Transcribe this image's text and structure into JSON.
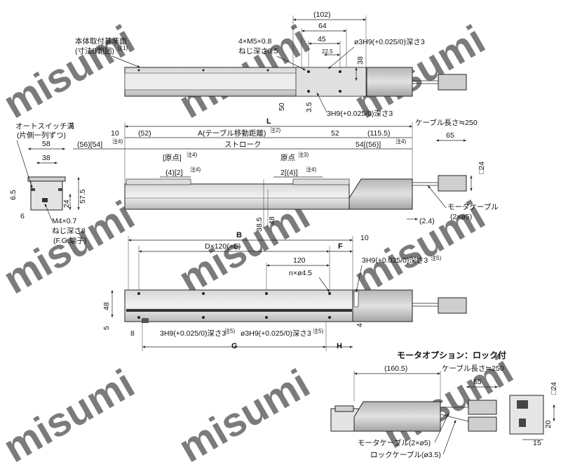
{
  "watermark": "misumi",
  "top_view": {
    "label_mount_surface": "本体取付基準面",
    "label_mount_range": "(寸法B範囲)",
    "label_mount_note": "注1)",
    "label_screw": "4×M5×0.8",
    "label_screw_depth": "ねじ深さ8.5",
    "dim_102": "(102)",
    "dim_64": "64",
    "dim_45": "45",
    "dim_22_5": "22.5",
    "dim_38": "38",
    "dim_50": "50",
    "dim_3_5": "3.5",
    "label_hole_top": "ø3H9(+0.025/0)深さ3",
    "label_hole_bottom": "3H9(+0.025/0)深さ3"
  },
  "side_view": {
    "dim_L": "L",
    "dim_10": "10",
    "dim_52_left": "(52)",
    "dim_A": "A(テーブル移動距離)",
    "dim_A_note": "注2)",
    "dim_52_right": "52",
    "dim_115_5": "(115.5)",
    "dim_56_54": "(56)[54]",
    "dim_56_54_note": "注4)",
    "dim_stroke": "ストローク",
    "dim_54_56": "54[(56)]",
    "dim_54_56_note": "注4)",
    "label_origin_bracket": "[原点]",
    "label_origin_bracket_note": "注4)",
    "label_origin": "原点",
    "label_origin_note": "注3)",
    "dim_4_2": "(4)[2]",
    "dim_4_2_note": "注4)",
    "dim_2_4": "2[(4)]",
    "dim_2_4_note": "注4)",
    "dim_38_5": "38.5",
    "dim_48": "48",
    "dim_2_4_paren": "(2.4)",
    "dim_65": "65",
    "dim_sq24": "□24",
    "label_cable_length": "ケーブル長さ≒250",
    "label_motor_cable": "モータケーブル",
    "label_motor_cable_size": "(2×ø5)"
  },
  "end_view": {
    "label_switch_groove": "オートスイッチ溝",
    "label_switch_groove_sub": "(片側一列ずつ)",
    "dim_58": "58",
    "dim_38": "38",
    "dim_24": "24",
    "dim_57_5": "57.5",
    "dim_6_5": "6.5",
    "dim_6": "6",
    "label_screw": "M4×0.7",
    "label_screw_depth": "ねじ深さ8",
    "label_fg": "(F.G.端子)"
  },
  "bottom_view": {
    "dim_B": "B",
    "dim_D": "D×120(=E)",
    "dim_F": "F",
    "dim_10": "10",
    "dim_120": "120",
    "label_holes": "n×ø4.5",
    "label_hole_right": "3H9(+0.025/0)深さ3",
    "label_hole_right_note": "注5)",
    "dim_48": "48",
    "dim_5": "5",
    "dim_8": "8",
    "dim_4": "4",
    "label_hole_bottom_left": "3H9(+0.025/0)深さ3",
    "label_hole_bottom_left_note": "注5)",
    "label_hole_bottom_mid": "ø3H9(+0.025/0)深さ3",
    "label_hole_bottom_mid_note": "注5)",
    "dim_G": "G",
    "dim_H": "H"
  },
  "motor_option": {
    "title": "モータオプション：ロック付",
    "dim_160_5": "(160.5)",
    "label_cable_length": "ケーブル長さ≒250",
    "dim_65": "65",
    "dim_sq24": "□24",
    "dim_20": "20",
    "dim_15": "15",
    "label_motor_cable": "モータケーブル(2×ø5)",
    "label_lock_cable": "ロックケーブル(ø3.5)"
  }
}
